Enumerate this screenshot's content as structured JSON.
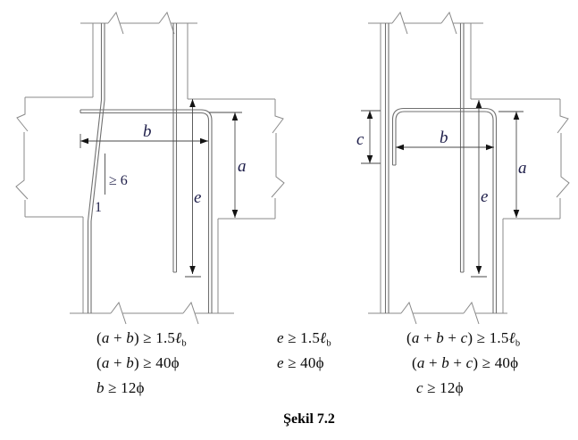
{
  "figure": {
    "caption": "Şekil 7.2"
  },
  "colors": {
    "structure_line": "#8a8a8a",
    "rebar_line": "#707070",
    "dimension_line": "#4a4a4a",
    "label_text": "#1d1d49",
    "formula_text": "#0a0a0a"
  },
  "left_diagram": {
    "name": "offset-bent-column-bar-joint",
    "labels": {
      "b": "b",
      "a": "a",
      "e": "e"
    },
    "slope_annotation": {
      "depth": "≥ 6",
      "run": "1"
    }
  },
  "right_diagram": {
    "name": "hooked-column-bar-joint",
    "labels": {
      "c": "c",
      "b": "b",
      "a": "a",
      "e": "e"
    }
  },
  "formulas": {
    "left": [
      {
        "segs": [
          {
            "t": "(",
            "st": "r"
          },
          {
            "t": "a",
            "st": "i"
          },
          {
            "t": " + ",
            "st": "r"
          },
          {
            "t": "b",
            "st": "i"
          },
          {
            "t": ") ≥ 1.5",
            "st": "r"
          },
          {
            "t": "ℓ",
            "st": "i"
          },
          {
            "t": "b",
            "st": "s"
          }
        ]
      },
      {
        "segs": [
          {
            "t": "(",
            "st": "r"
          },
          {
            "t": "a",
            "st": "i"
          },
          {
            "t": " + ",
            "st": "r"
          },
          {
            "t": "b",
            "st": "i"
          },
          {
            "t": ") ≥ 40",
            "st": "r"
          },
          {
            "t": "ϕ",
            "st": "r"
          }
        ]
      },
      {
        "segs": [
          {
            "t": "b",
            "st": "i"
          },
          {
            "t": " ≥ 12",
            "st": "r"
          },
          {
            "t": "ϕ",
            "st": "r"
          }
        ]
      }
    ],
    "middle": [
      {
        "segs": [
          {
            "t": "e",
            "st": "i"
          },
          {
            "t": " ≥ 1.5",
            "st": "r"
          },
          {
            "t": "ℓ",
            "st": "i"
          },
          {
            "t": "b",
            "st": "s"
          }
        ]
      },
      {
        "segs": [
          {
            "t": "e",
            "st": "i"
          },
          {
            "t": " ≥ 40",
            "st": "r"
          },
          {
            "t": "ϕ",
            "st": "r"
          }
        ]
      }
    ],
    "right": [
      {
        "segs": [
          {
            "t": "(",
            "st": "r"
          },
          {
            "t": "a",
            "st": "i"
          },
          {
            "t": " + ",
            "st": "r"
          },
          {
            "t": "b",
            "st": "i"
          },
          {
            "t": " + ",
            "st": "r"
          },
          {
            "t": "c",
            "st": "i"
          },
          {
            "t": ") ≥ 1.5",
            "st": "r"
          },
          {
            "t": "ℓ",
            "st": "i"
          },
          {
            "t": "b",
            "st": "s"
          }
        ]
      },
      {
        "segs": [
          {
            "t": "(",
            "st": "r"
          },
          {
            "t": "a",
            "st": "i"
          },
          {
            "t": " + ",
            "st": "r"
          },
          {
            "t": "b",
            "st": "i"
          },
          {
            "t": " + ",
            "st": "r"
          },
          {
            "t": "c",
            "st": "i"
          },
          {
            "t": ") ≥ 40",
            "st": "r"
          },
          {
            "t": "ϕ",
            "st": "r"
          }
        ]
      },
      {
        "segs": [
          {
            "t": "c",
            "st": "i"
          },
          {
            "t": " ≥ 12",
            "st": "r"
          },
          {
            "t": "ϕ",
            "st": "r"
          }
        ]
      }
    ]
  }
}
